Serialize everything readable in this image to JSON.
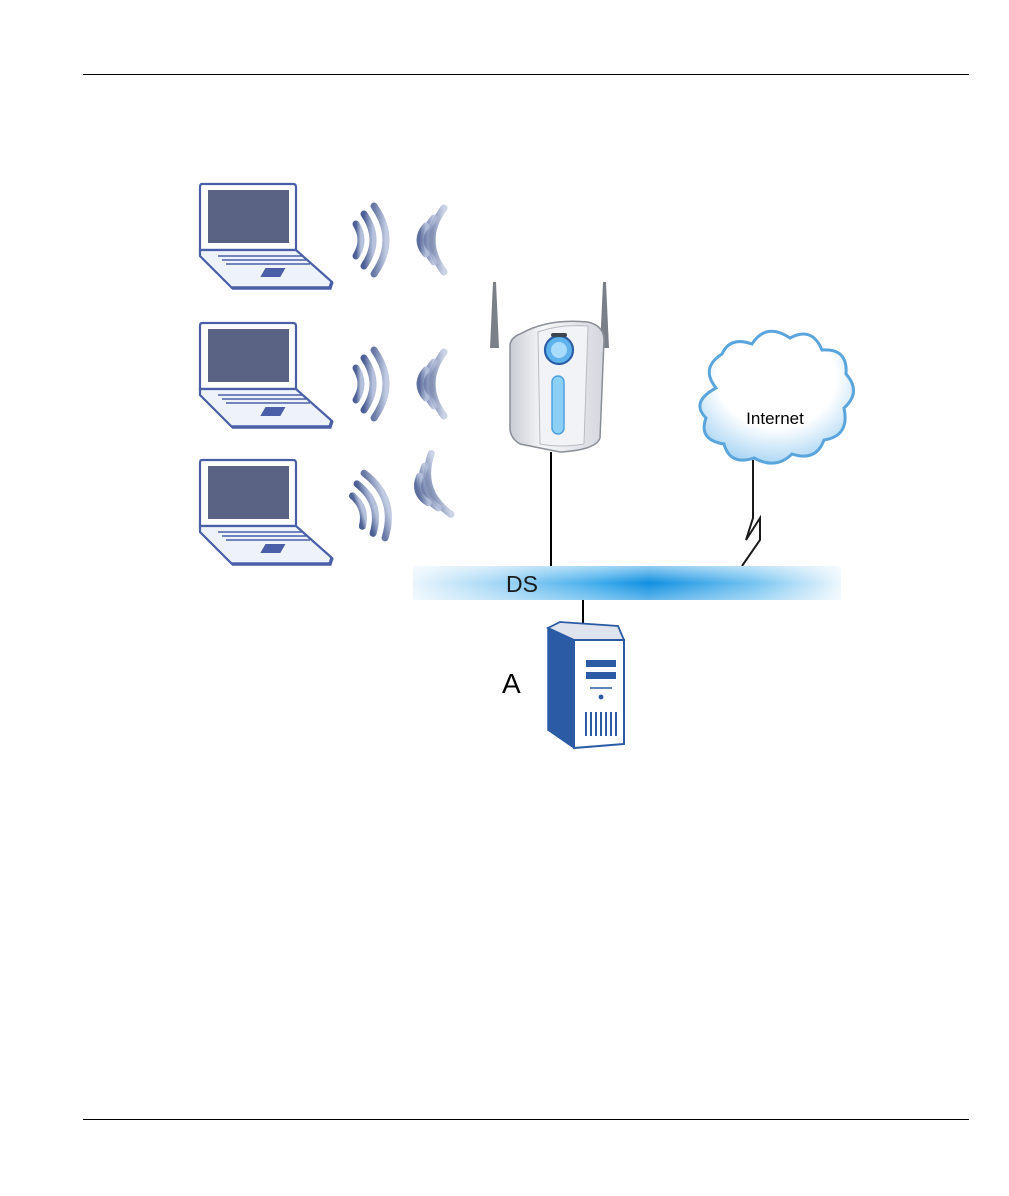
{
  "labels": {
    "internet": "Internet",
    "ds": "DS",
    "server": "A"
  },
  "colors": {
    "laptop_outline": "#4a5fa8",
    "laptop_screen": "#5b6384",
    "laptop_base": "#c9d7ee",
    "signal": "#4d6094",
    "ds_bar": "#1a9be6",
    "cloud_outline": "#5aa6dc",
    "server_side": "#2b5ba4",
    "ap_accent": "#7cc4f0"
  }
}
